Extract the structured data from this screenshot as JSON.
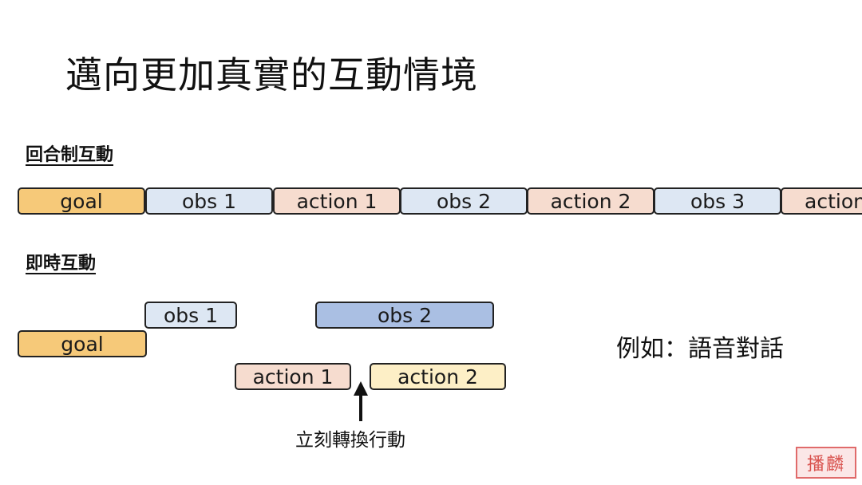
{
  "slide": {
    "title": "邁向更加真實的互動情境"
  },
  "turn_based": {
    "label": "回合制互動",
    "blocks": [
      {
        "text": "goal",
        "color": "#f6c979"
      },
      {
        "text": "obs 1",
        "color": "#dde7f3"
      },
      {
        "text": "action 1",
        "color": "#f6dccf"
      },
      {
        "text": "obs 2",
        "color": "#dde7f3"
      },
      {
        "text": "action 2",
        "color": "#f6dccf"
      },
      {
        "text": "obs 3",
        "color": "#dde7f3"
      },
      {
        "text": "action",
        "color": "#f6dccf"
      }
    ]
  },
  "realtime": {
    "label": "即時互動",
    "goal": "goal",
    "obs1": "obs 1",
    "obs2": "obs 2",
    "action1": "action 1",
    "action2": "action 2",
    "arrow_label": "立刻轉換行動",
    "example": "例如：語音對話"
  },
  "colors": {
    "goal": "#f6c979",
    "obs": "#dde7f3",
    "obs_highlight": "#aabfe3",
    "action": "#f6dccf",
    "action_highlight": "#fdefc6"
  },
  "watermark": {
    "text": "播麟"
  }
}
